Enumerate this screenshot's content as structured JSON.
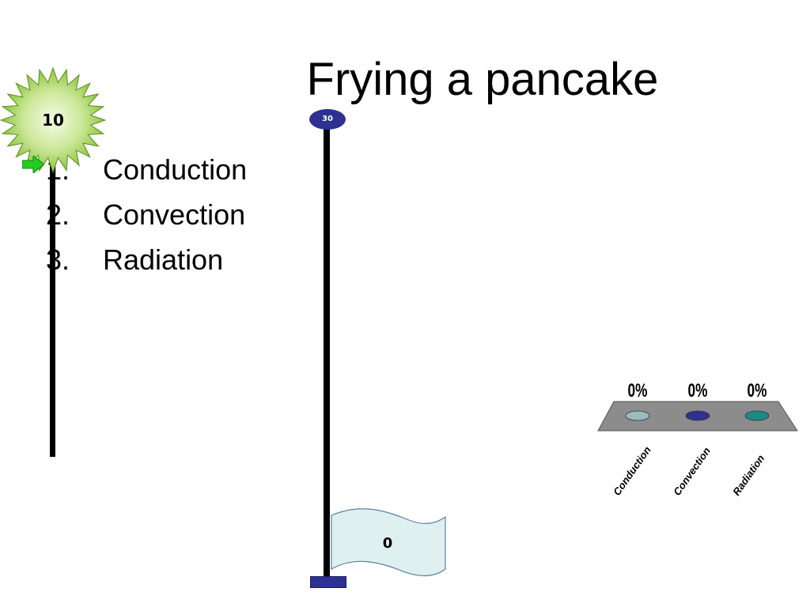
{
  "slide": {
    "title": "Frying a pancake",
    "answers": [
      {
        "number": "1.",
        "label": "Conduction"
      },
      {
        "number": "2.",
        "label": "Convection"
      },
      {
        "number": "3.",
        "label": "Radiation"
      }
    ]
  },
  "timer": {
    "value": "10",
    "icon": "starburst-icon"
  },
  "countdown": {
    "top_value": "30",
    "flag_value": "0"
  },
  "colors": {
    "pole_cap": "#2e3192",
    "starburst_center": "#e8f5c8",
    "starburst_edge": "#8cc63f",
    "flag_fill": "#dff0f0",
    "platform": "#8c8c8c",
    "pointer_arrow": "#22cc22"
  },
  "chart_data": {
    "type": "bar",
    "categories": [
      "Conduction",
      "Convection",
      "Radiation"
    ],
    "values": [
      0,
      0,
      0
    ],
    "value_labels": [
      "0%",
      "0%",
      "0%"
    ],
    "colors": [
      "#9bbcbc",
      "#2e3192",
      "#1b8a86"
    ],
    "ylim": [
      0,
      100
    ]
  }
}
